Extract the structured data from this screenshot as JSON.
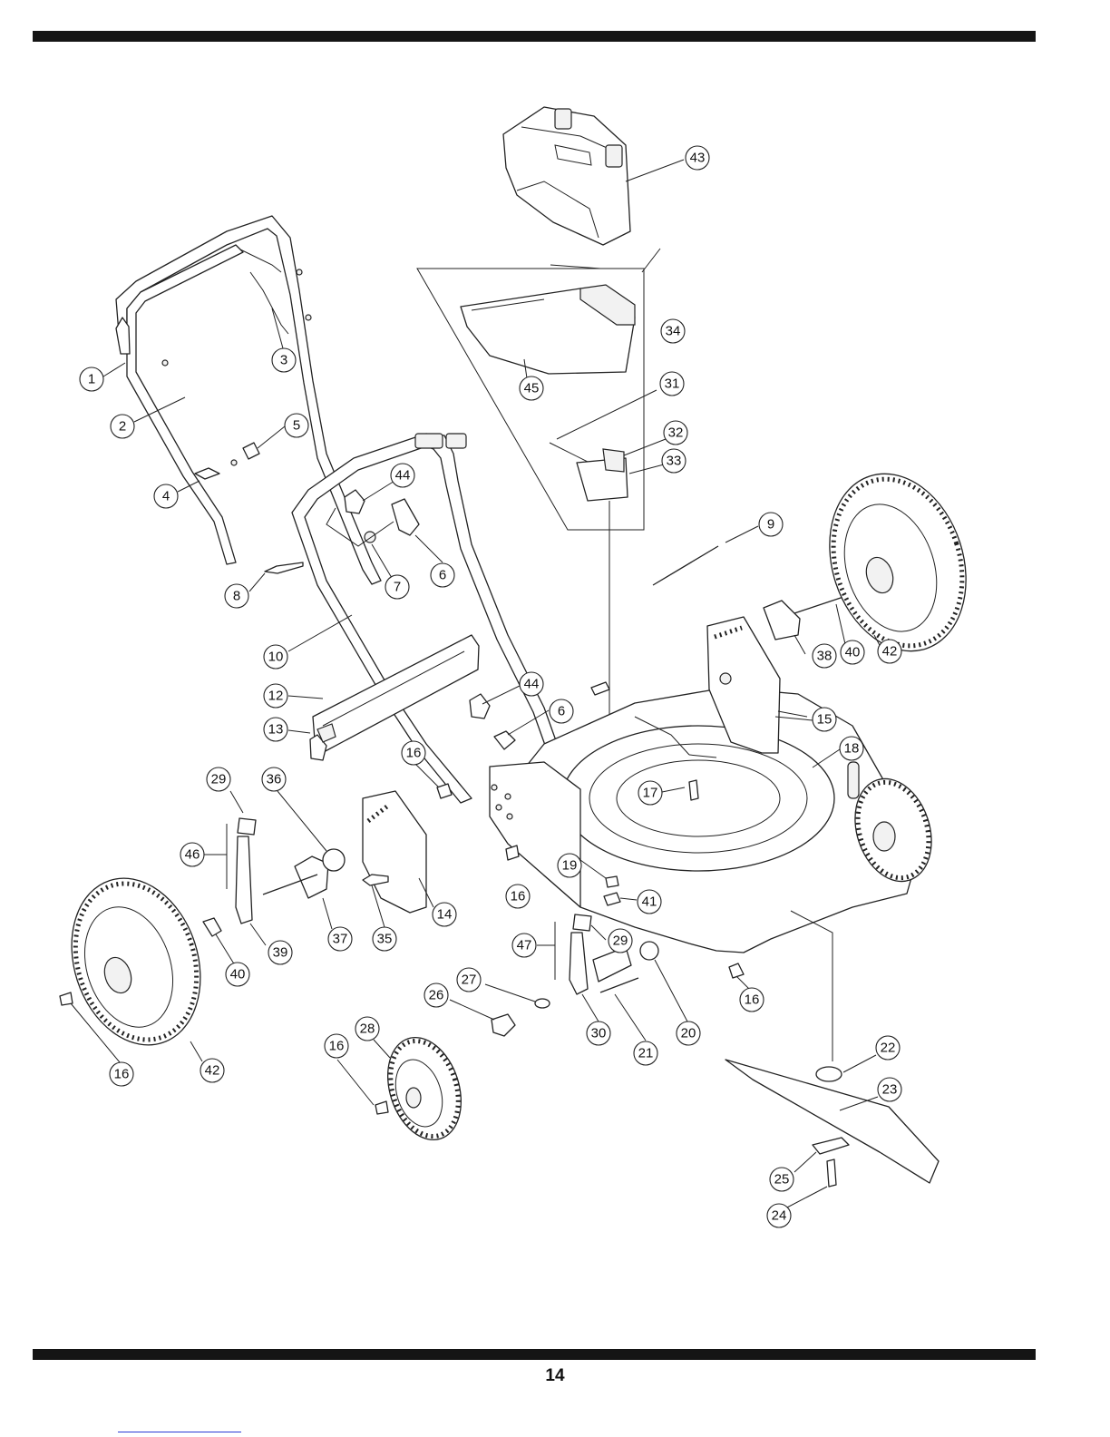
{
  "page": {
    "number": "14"
  },
  "callouts": [
    {
      "id": "c1",
      "label": "1"
    },
    {
      "id": "c2",
      "label": "2"
    },
    {
      "id": "c3",
      "label": "3"
    },
    {
      "id": "c4",
      "label": "4"
    },
    {
      "id": "c5",
      "label": "5"
    },
    {
      "id": "c6a",
      "label": "6"
    },
    {
      "id": "c6b",
      "label": "6"
    },
    {
      "id": "c7",
      "label": "7"
    },
    {
      "id": "c8",
      "label": "8"
    },
    {
      "id": "c9",
      "label": "9"
    },
    {
      "id": "c10",
      "label": "10"
    },
    {
      "id": "c12",
      "label": "12"
    },
    {
      "id": "c13",
      "label": "13"
    },
    {
      "id": "c14",
      "label": "14"
    },
    {
      "id": "c15",
      "label": "15"
    },
    {
      "id": "c16a",
      "label": "16"
    },
    {
      "id": "c16b",
      "label": "16"
    },
    {
      "id": "c16c",
      "label": "16"
    },
    {
      "id": "c16d",
      "label": "16"
    },
    {
      "id": "c16e",
      "label": "16"
    },
    {
      "id": "c17",
      "label": "17"
    },
    {
      "id": "c18",
      "label": "18"
    },
    {
      "id": "c19",
      "label": "19"
    },
    {
      "id": "c20",
      "label": "20"
    },
    {
      "id": "c21",
      "label": "21"
    },
    {
      "id": "c22",
      "label": "22"
    },
    {
      "id": "c23",
      "label": "23"
    },
    {
      "id": "c24",
      "label": "24"
    },
    {
      "id": "c25",
      "label": "25"
    },
    {
      "id": "c26",
      "label": "26"
    },
    {
      "id": "c27",
      "label": "27"
    },
    {
      "id": "c28",
      "label": "28"
    },
    {
      "id": "c29a",
      "label": "29"
    },
    {
      "id": "c29b",
      "label": "29"
    },
    {
      "id": "c30",
      "label": "30"
    },
    {
      "id": "c31",
      "label": "31"
    },
    {
      "id": "c32",
      "label": "32"
    },
    {
      "id": "c33",
      "label": "33"
    },
    {
      "id": "c34",
      "label": "34"
    },
    {
      "id": "c35",
      "label": "35"
    },
    {
      "id": "c36",
      "label": "36"
    },
    {
      "id": "c37",
      "label": "37"
    },
    {
      "id": "c38",
      "label": "38"
    },
    {
      "id": "c39",
      "label": "39"
    },
    {
      "id": "c40a",
      "label": "40"
    },
    {
      "id": "c40b",
      "label": "40"
    },
    {
      "id": "c41",
      "label": "41"
    },
    {
      "id": "c42a",
      "label": "42"
    },
    {
      "id": "c42b",
      "label": "42"
    },
    {
      "id": "c43",
      "label": "43"
    },
    {
      "id": "c44a",
      "label": "44"
    },
    {
      "id": "c44b",
      "label": "44"
    },
    {
      "id": "c45",
      "label": "45"
    },
    {
      "id": "c46",
      "label": "46"
    },
    {
      "id": "c47",
      "label": "47"
    }
  ]
}
